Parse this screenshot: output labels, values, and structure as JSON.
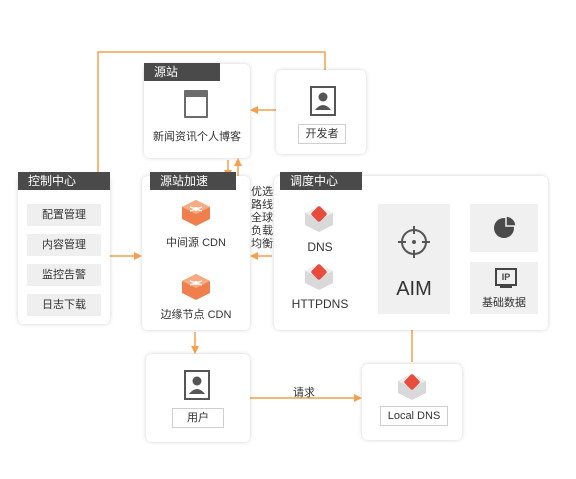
{
  "panels": {
    "origin": {
      "tab": "源站",
      "label": "新闻资讯个人博客"
    },
    "developer": {
      "label": "开发者"
    },
    "control": {
      "tab": "控制中心",
      "items": [
        "配置管理",
        "内容管理",
        "监控告警",
        "日志下载"
      ]
    },
    "acceleration": {
      "tab": "源站加速",
      "mid_cdn": "中间源 CDN",
      "edge_cdn": "边缘节点 CDN"
    },
    "dispatch": {
      "tab": "调度中心",
      "dns": "DNS",
      "httpdns": "HTTPDNS",
      "aim": "AIM",
      "base_data": "基础数据",
      "ip_badge": "IP"
    },
    "user": {
      "label": "用户"
    },
    "local_dns": {
      "label": "Local DNS"
    }
  },
  "annotations": {
    "request": "请求",
    "optimize": [
      "优选",
      "路线",
      "全球",
      "负载",
      "均衡"
    ]
  },
  "colors": {
    "accent": "#f5a04a",
    "arrow_gray": "#b5b5b5",
    "cube": "#ef7f4d",
    "badge_red": "#e94b3c",
    "tab": "#4a4a4a"
  }
}
